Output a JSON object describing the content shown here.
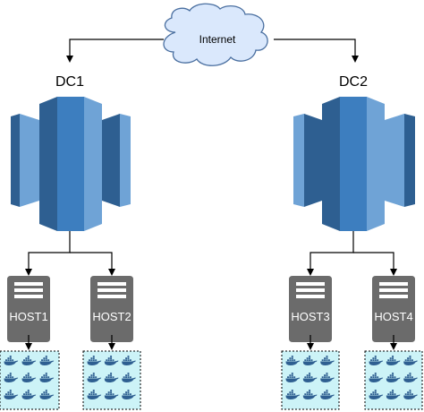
{
  "cloud": {
    "label": "Internet"
  },
  "datacenters": [
    {
      "label": "DC1",
      "hosts": [
        "HOST1",
        "HOST2"
      ]
    },
    {
      "label": "DC2",
      "hosts": [
        "HOST3",
        "HOST4"
      ]
    }
  ],
  "colors": {
    "cloud_fill": "#dae8fc",
    "cloud_stroke": "#4a6fa0",
    "tower_dark": "#2e5f91",
    "tower_mid": "#3d7ebf",
    "tower_light": "#6fa3d6",
    "host_fill": "#6b6b6b",
    "host_text": "#ffffff",
    "container_bg": "#ccf3f7",
    "whale": "#2e5f91"
  },
  "icons": {
    "cloud": "cloud-icon",
    "datacenter": "database-tower-icon",
    "host": "server-icon",
    "container": "docker-whale-icon"
  }
}
